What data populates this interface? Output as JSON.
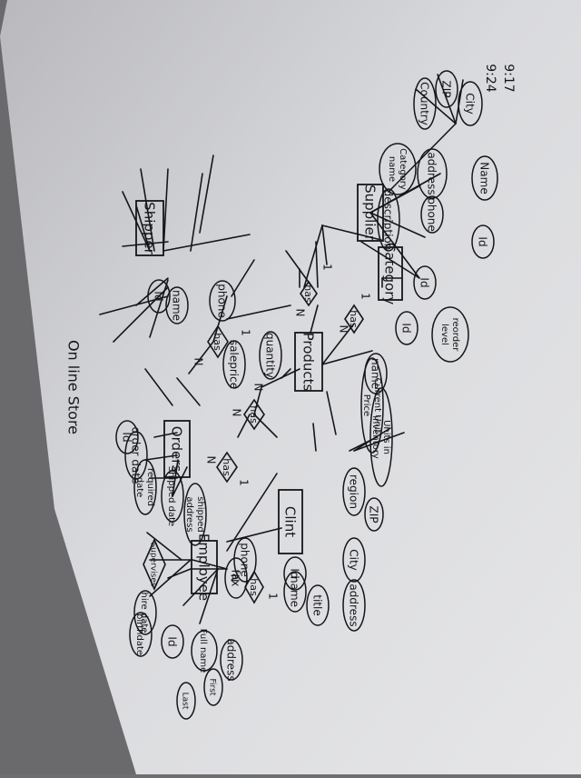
{
  "page": {
    "time_1": "9:17",
    "time_2": "9:24",
    "title": "On line Store"
  },
  "entities": [
    {
      "key": "supplier",
      "label": "Supplier"
    },
    {
      "key": "category",
      "label": "Category"
    },
    {
      "key": "products",
      "label": "Products"
    },
    {
      "key": "shipper",
      "label": "Shipper"
    },
    {
      "key": "orders",
      "label": "Orders"
    },
    {
      "key": "client",
      "label": "Clint"
    },
    {
      "key": "employee",
      "label": "Employee"
    }
  ],
  "attributes": [
    {
      "key": "sup_city",
      "label": "City"
    },
    {
      "key": "sup_zip",
      "label": "ZIP"
    },
    {
      "key": "sup_country",
      "label": "Country"
    },
    {
      "key": "sup_address",
      "label": "address"
    },
    {
      "key": "sup_name",
      "label": "Name"
    },
    {
      "key": "sup_phone",
      "label": "phone"
    },
    {
      "key": "sup_id",
      "label": "Id"
    },
    {
      "key": "cat_name",
      "label": "Category name"
    },
    {
      "key": "cat_desc",
      "label": "description"
    },
    {
      "key": "cat_id",
      "label": "Id"
    },
    {
      "key": "prod_id",
      "label": "Id"
    },
    {
      "key": "prod_reorder",
      "label": "reorder level"
    },
    {
      "key": "prod_name",
      "label": "name"
    },
    {
      "key": "prod_price",
      "label": "Current Unit Price"
    },
    {
      "key": "prod_units",
      "label": "Units in inventory"
    },
    {
      "key": "ship_id",
      "label": "Id"
    },
    {
      "key": "ship_name",
      "label": "name"
    },
    {
      "key": "ship_phone",
      "label": "phone"
    },
    {
      "key": "has_quantity",
      "label": "quantity"
    },
    {
      "key": "has_saleprice",
      "label": "saleprice"
    },
    {
      "key": "ord_id",
      "label": "Id"
    },
    {
      "key": "ord_orderdate",
      "label": "order date"
    },
    {
      "key": "ord_required",
      "label": "required date"
    },
    {
      "key": "ord_shipped",
      "label": "Shipped date"
    },
    {
      "key": "ord_shipaddr",
      "label": "shipped address"
    },
    {
      "key": "cl_region",
      "label": "region"
    },
    {
      "key": "cl_zip",
      "label": "ZIP"
    },
    {
      "key": "cl_city",
      "label": "City"
    },
    {
      "key": "cl_id",
      "label": "Id"
    },
    {
      "key": "cl_phone",
      "label": "phone"
    },
    {
      "key": "cl_fax",
      "label": "fax"
    },
    {
      "key": "cl_name",
      "label": "name"
    },
    {
      "key": "cl_title",
      "label": "title"
    },
    {
      "key": "cl_address",
      "label": "address"
    },
    {
      "key": "emp_address",
      "label": "address"
    },
    {
      "key": "emp_fullname",
      "label": "Full name"
    },
    {
      "key": "emp_first",
      "label": "First"
    },
    {
      "key": "emp_last",
      "label": "Last"
    },
    {
      "key": "emp_id",
      "label": "Id"
    },
    {
      "key": "emp_hiredate",
      "label": "hire date"
    },
    {
      "key": "emp_birthdate",
      "label": "birthdate"
    }
  ],
  "relationships": [
    {
      "key": "rel_supplier_products",
      "label": "has"
    },
    {
      "key": "rel_category_products",
      "label": "has"
    },
    {
      "key": "rel_products_orders",
      "label": "has"
    },
    {
      "key": "rel_shipper_orders",
      "label": "has"
    },
    {
      "key": "rel_client_orders",
      "label": "has"
    },
    {
      "key": "rel_employee_orders",
      "label": "has"
    },
    {
      "key": "rel_employee_self",
      "label": "Supervises"
    }
  ],
  "cardinalities": [
    "1",
    "N",
    "1",
    "N",
    "N",
    "N",
    "1",
    "N",
    "1",
    "N",
    "1",
    "N"
  ]
}
